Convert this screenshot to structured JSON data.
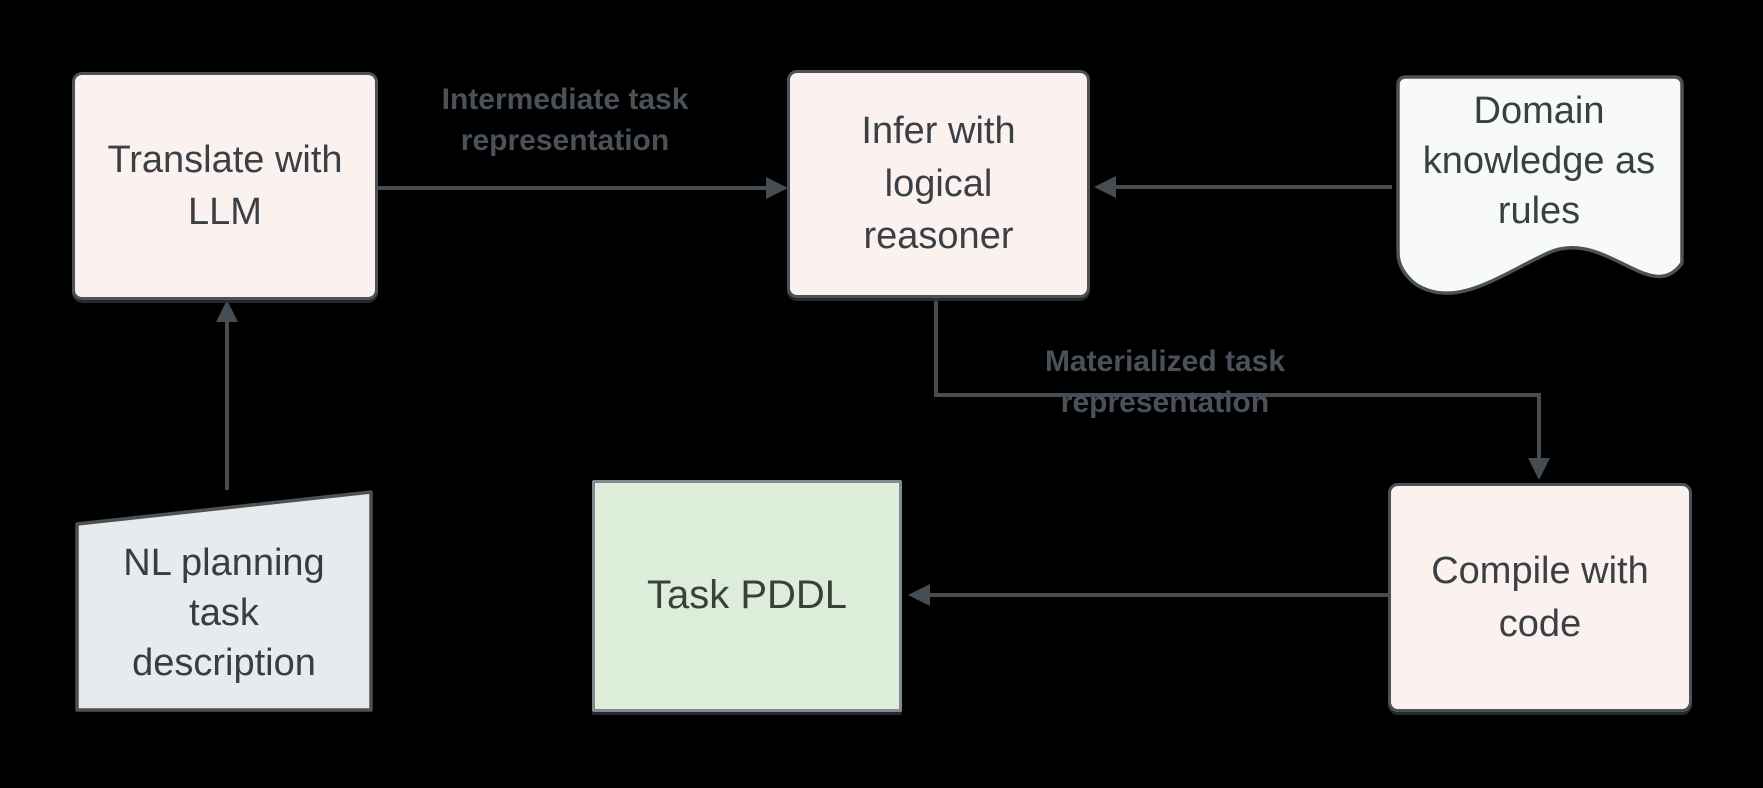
{
  "diagram": {
    "background_color": "#000000",
    "nodes": {
      "translate_llm": {
        "label": "Translate with LLM",
        "shape": "rounded-rect",
        "fill": "#fbf1ef"
      },
      "infer_reasoner": {
        "label": "Infer with logical reasoner",
        "shape": "rounded-rect",
        "fill": "#fbf1ef"
      },
      "domain_rules": {
        "label": "Domain knowledge as rules",
        "shape": "document",
        "fill": "#f7faf8"
      },
      "nl_task": {
        "label": "NL planning task description",
        "shape": "manual-input",
        "fill": "#e7ebee"
      },
      "task_pddl": {
        "label": "Task PDDL",
        "shape": "rect",
        "fill": "#dcedda"
      },
      "compile_code": {
        "label": "Compile with code",
        "shape": "rounded-rect",
        "fill": "#fbf1ef"
      }
    },
    "edges": [
      {
        "from": "translate_llm",
        "to": "infer_reasoner",
        "label": "Intermediate task representation"
      },
      {
        "from": "domain_rules",
        "to": "infer_reasoner",
        "label": ""
      },
      {
        "from": "infer_reasoner",
        "to": "compile_code",
        "label": "Materialized task representation"
      },
      {
        "from": "compile_code",
        "to": "task_pddl",
        "label": ""
      },
      {
        "from": "nl_task",
        "to": "translate_llm",
        "label": ""
      }
    ],
    "colors": {
      "edge": "#454c52",
      "edge_label_text": "#4b5158",
      "node_border": "#4b5154",
      "node_text": "#3b4046",
      "pddl_border": "#81898d"
    }
  }
}
